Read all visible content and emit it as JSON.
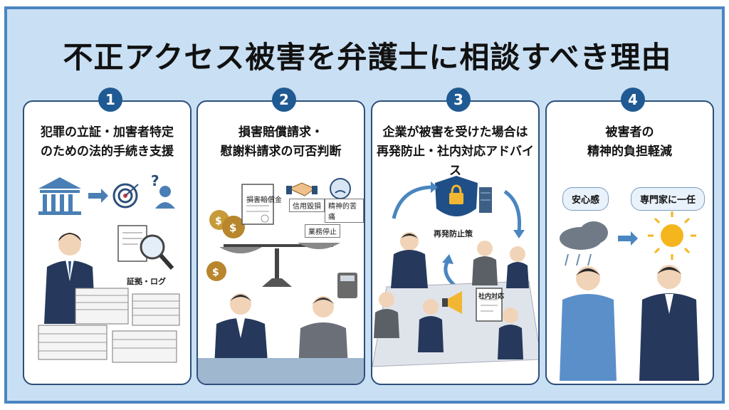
{
  "title": "不正アクセス被害を弁護士に相談すべき理由",
  "cards": [
    {
      "number": "1",
      "title_line1": "犯罪の立証・加害者特定",
      "title_line2": "のための法的手続き支援",
      "labels": {
        "evidence": "証拠・ログ"
      }
    },
    {
      "number": "2",
      "title_line1": "損害賠償請求・",
      "title_line2": "慰謝料請求の可否判断",
      "labels": {
        "doc": "損害賠償金",
        "trust": "信用毀損",
        "mental": "精神的苦痛",
        "business": "業務停止"
      }
    },
    {
      "number": "3",
      "title_line1": "企業が被害を受けた場合は",
      "title_line2": "再発防止・社内対応アドバイス",
      "labels": {
        "prevention": "再発防止策",
        "response": "社内対応"
      }
    },
    {
      "number": "4",
      "title_line1": "被害者の",
      "title_line2": "精神的負担軽減",
      "labels": {
        "relief": "安心感",
        "expert": "専門家に一任"
      }
    }
  ]
}
